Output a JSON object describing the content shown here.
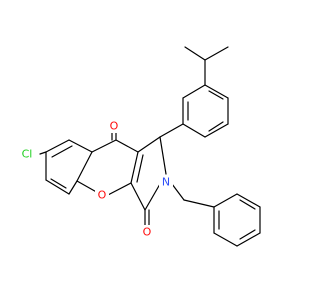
{
  "structure": {
    "atoms": {
      "o_ketone": {
        "label": "O",
        "color": "#ff0d0d"
      },
      "o_ring": {
        "label": "O",
        "color": "#ff0d0d"
      },
      "o_lactam": {
        "label": "O",
        "color": "#ff0d0d"
      },
      "cl": {
        "label": "Cl",
        "color": "#1fd01f"
      },
      "n": {
        "label": "N",
        "color": "#3050f8"
      }
    }
  }
}
